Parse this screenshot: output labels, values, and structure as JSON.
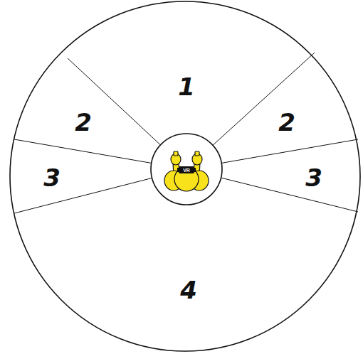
{
  "diagram": {
    "labels": [
      "1",
      "2",
      "2",
      "3",
      "3",
      "4",
      "VR"
    ]
  }
}
